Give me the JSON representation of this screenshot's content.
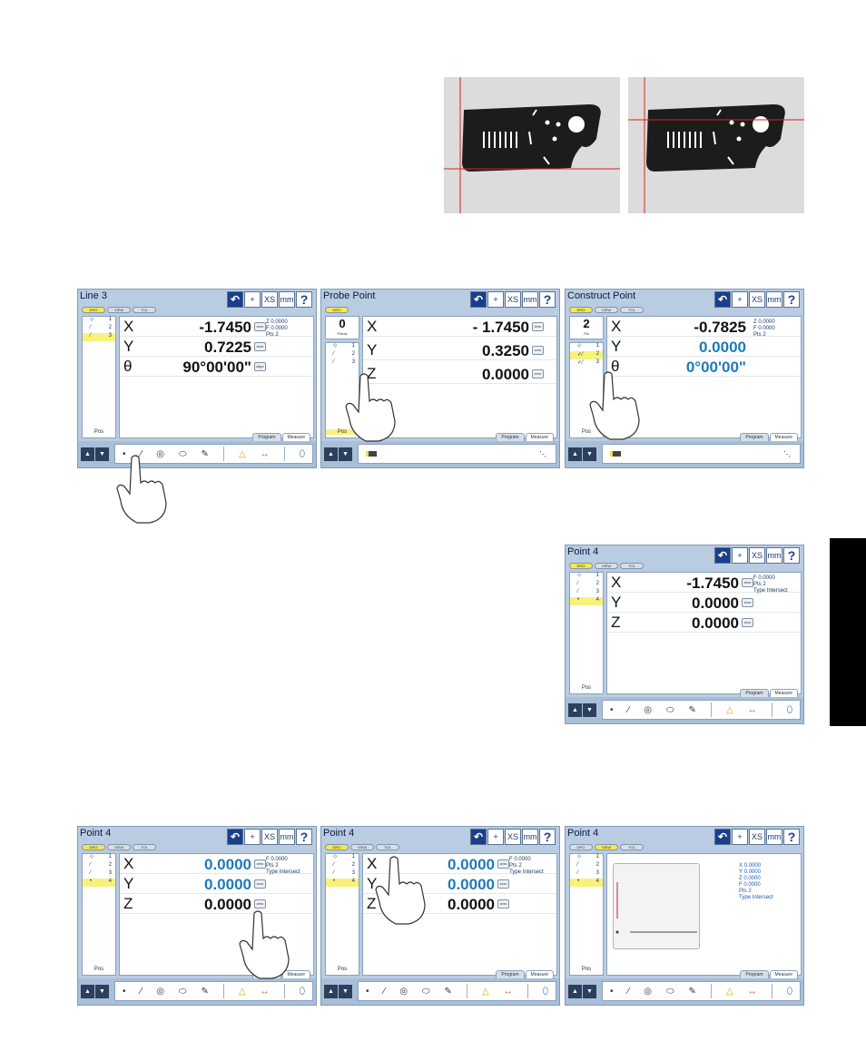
{
  "screens": {
    "line3": {
      "title": "Line 3"
    },
    "probe": {
      "title": "Probe Point",
      "count": "0",
      "count_label": "Points"
    },
    "construct": {
      "title": "Construct Point",
      "count": "2",
      "count_label": "Pts"
    },
    "point4a": {
      "title": "Point 4"
    },
    "point4b": {
      "title": "Point 4"
    },
    "point4c": {
      "title": "Point 4"
    },
    "point4d": {
      "title": "Point 4"
    }
  },
  "toolbar": {
    "units": "mm",
    "ref": "XS",
    "help": "?"
  },
  "top_tabs": [
    "DRO",
    "VIEW",
    "TOL"
  ],
  "bottom_tabs": [
    "Program",
    "Measure"
  ],
  "list_pos": "Pos",
  "values": {
    "line3": {
      "x": "-1.7450",
      "y": "0.7225",
      "theta": "90°00'00\"",
      "z": "0.0000",
      "f": "0.0000",
      "pts": "2"
    },
    "probe": {
      "x": "- 1.7450",
      "y": "0.3250",
      "z": "0.0000"
    },
    "construct": {
      "x": "-0.7825",
      "y": "0.0000",
      "theta": "0°00'00\"",
      "z": "0.0000",
      "f": "0.0000",
      "pts": "2"
    },
    "point4a": {
      "x": "-1.7450",
      "y": "0.0000",
      "z": "0.0000",
      "f": "0.0000",
      "pts": "2",
      "type": "Intersect"
    },
    "point4b": {
      "x": "0.0000",
      "y": "0.0000",
      "z": "0.0000",
      "f": "0.0000",
      "pts": "2",
      "type": "Intersect"
    },
    "point4c": {
      "x": "0.0000",
      "y": "0.0000",
      "z": "0.0000",
      "f": "0.0000",
      "pts": "2",
      "type": "Intersect"
    },
    "point4d": {
      "x": "0.0000",
      "y": "0.0000",
      "z": "0.0000",
      "f": "0.0000",
      "pts": "2",
      "type": "Intersect"
    }
  },
  "labels": {
    "x": "X",
    "y": "Y",
    "z": "Z",
    "theta": "θ",
    "zero": "zero",
    "align": "align",
    "type_label": "Type",
    "pts_label": "Pts",
    "z_label": "Z",
    "f_label": "F"
  }
}
